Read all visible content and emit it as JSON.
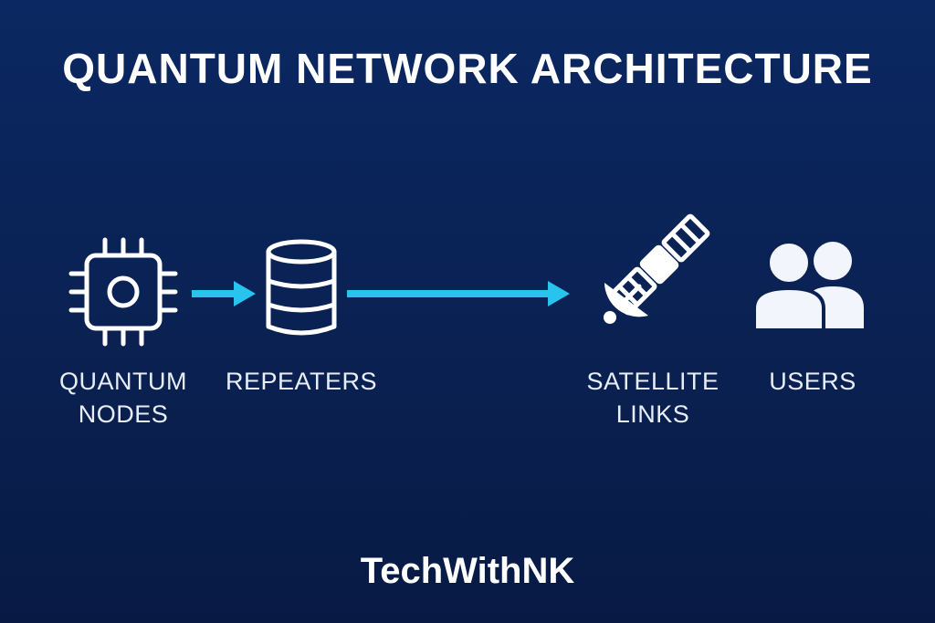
{
  "title": "QUANTUM NETWORK ARCHITECTURE",
  "nodes": [
    {
      "icon": "chip-icon",
      "label_lines": [
        "QUANTUM",
        "NODES"
      ]
    },
    {
      "icon": "database-icon",
      "label_lines": [
        "REPEATERS"
      ]
    },
    {
      "icon": "satellite-icon",
      "label_lines": [
        "SATELLITE",
        "LINKS"
      ]
    },
    {
      "icon": "users-icon",
      "label_lines": [
        "USERS"
      ]
    }
  ],
  "connections": [
    {
      "from": "QUANTUM NODES",
      "to": "REPEATERS"
    },
    {
      "from": "REPEATERS",
      "to": "SATELLITE LINKS"
    }
  ],
  "brand": "TechWithNK",
  "colors": {
    "background_top": "#0b2862",
    "background_bottom": "#081a44",
    "icon": "#ffffff",
    "arrow": "#29c4ee",
    "text": "#e8eef8"
  }
}
